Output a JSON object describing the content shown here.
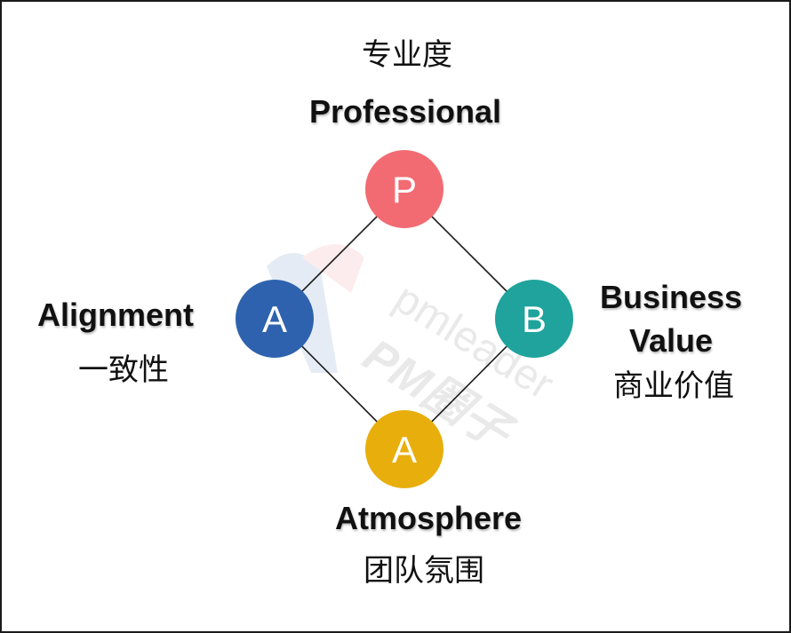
{
  "diagram": {
    "nodes": {
      "professional": {
        "letter": "P",
        "label_en": "Professional",
        "label_zh": "专业度",
        "color": "#F26B72"
      },
      "alignment": {
        "letter": "A",
        "label_en": "Alignment",
        "label_zh": "一致性",
        "color": "#2E62AE"
      },
      "business_value": {
        "letter": "B",
        "label_en_line1": "Business",
        "label_en_line2": "Value",
        "label_zh": "商业价值",
        "color": "#1FA39C"
      },
      "atmosphere": {
        "letter": "A",
        "label_en": "Atmosphere",
        "label_zh": "团队氛围",
        "color": "#E8AE0C"
      }
    },
    "edge_color": "#1a1a1a",
    "watermark": {
      "line1": "pmleader",
      "line2": "PM圈子"
    }
  }
}
